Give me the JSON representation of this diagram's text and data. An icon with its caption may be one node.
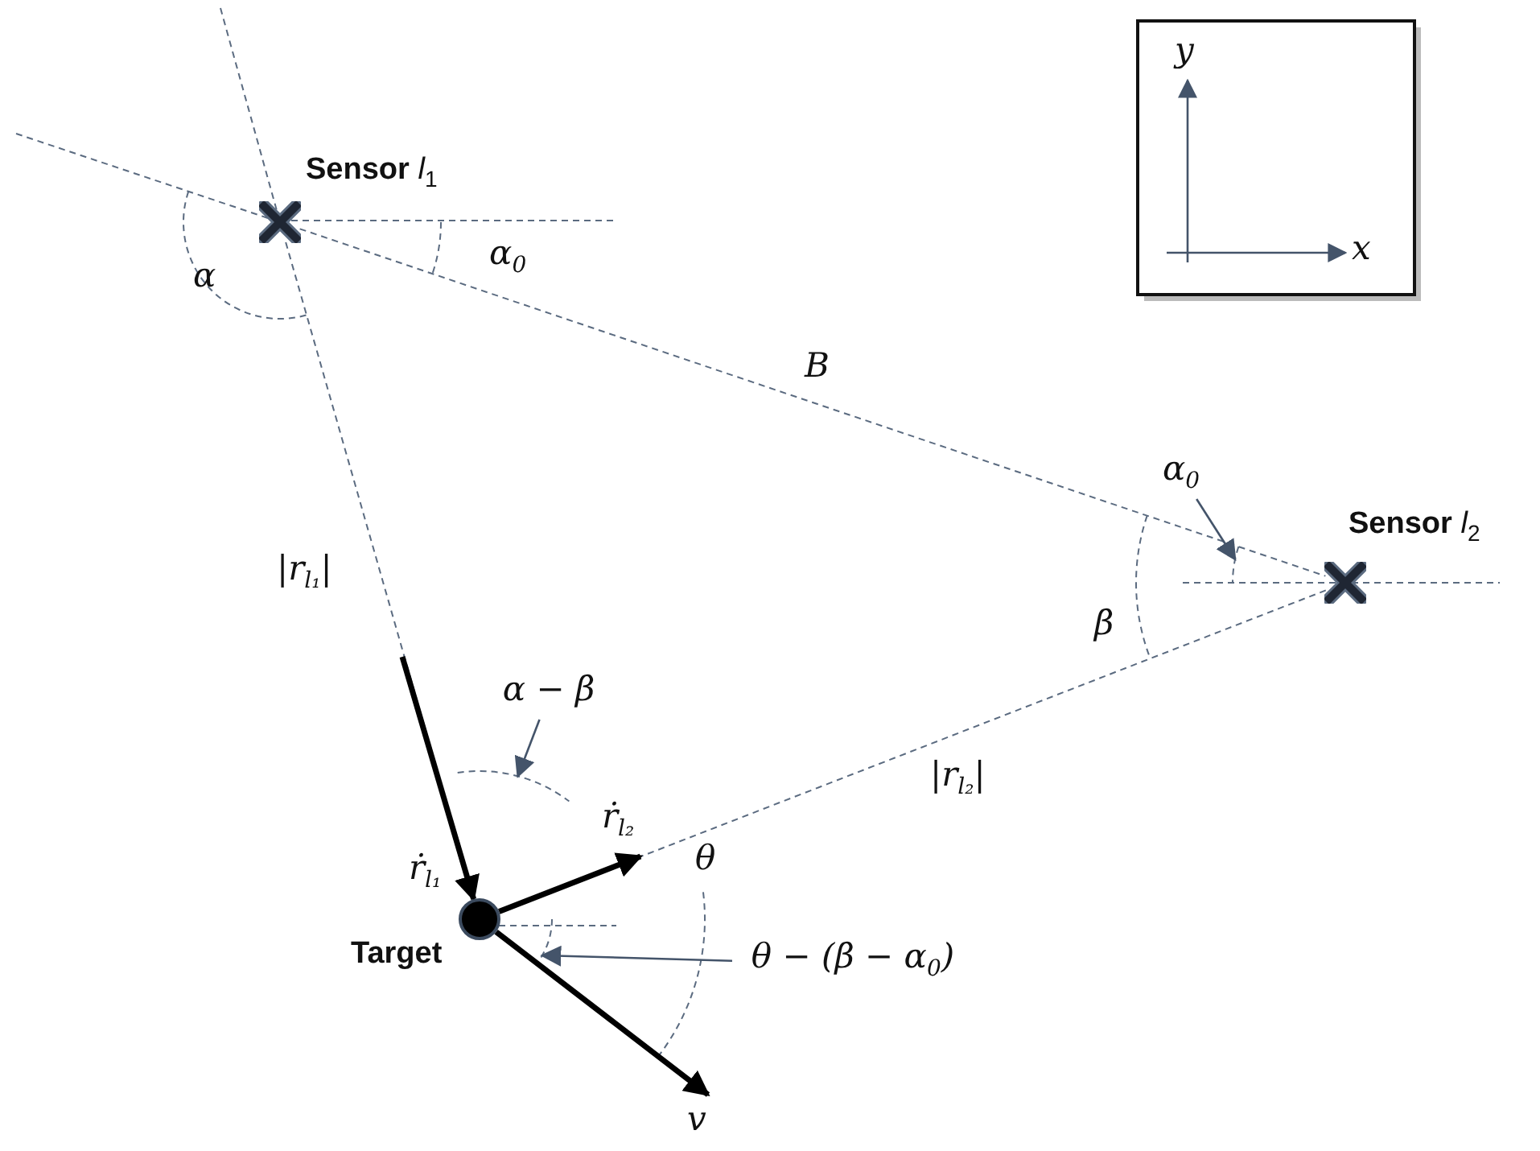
{
  "diagram": {
    "nodes": [
      {
        "text": [
          "**Sensor** *l*$_{1}$"
        ]
      },
      {
        "text": [
          "**Sensor** *l*$_{2}$"
        ]
      },
      {
        "text": [
          "Target"
        ]
      },
      {
        "text": [
          "α − β"
        ]
      },
      {
        "text": [
          "θ − (β − α$_{0}$)"
        ]
      },
      {
        "text": [
          "α$_{0}$"
        ]
      },
      {
        "text": [],
        "shape": "arc"
      },
      {
        "text": [],
        "shape": "arc"
      },
      {
        "text": [],
        "shape": "arc"
      }
    ],
    "edges": [
      {
        "from": 0,
        "to": 1,
        "arrow": "none",
        "style": "dashed",
        "label": "B"
      },
      {
        "from": 0,
        "to": 2,
        "arrow": "none",
        "style": "dashed",
        "label": "|r$_{l₁}$|"
      },
      {
        "from": 1,
        "to": 2,
        "arrow": "none",
        "style": "dashed",
        "label": "|r$_{l₂}$|"
      },
      {
        "from": null,
        "to": 2,
        "arrow": "to",
        "style": "thick",
        "color": "#000000",
        "label": "ṙ$_{l₁}$"
      },
      {
        "from": 2,
        "to": null,
        "arrow": "to",
        "style": "thick",
        "color": "#000000",
        "label": "ṙ$_{l₂}$"
      },
      {
        "from": 2,
        "to": null,
        "arrow": "to",
        "style": "thick",
        "color": "#000000",
        "label": "v"
      },
      {
        "from": 3,
        "to": 6,
        "arrow": "to"
      },
      {
        "from": 4,
        "to": 7,
        "arrow": "to"
      },
      {
        "from": 5,
        "to": 8,
        "arrow": "to"
      }
    ],
    "labels": [
      "α",
      "α$_{0}$",
      "β",
      "θ",
      "y",
      "x"
    ]
  }
}
